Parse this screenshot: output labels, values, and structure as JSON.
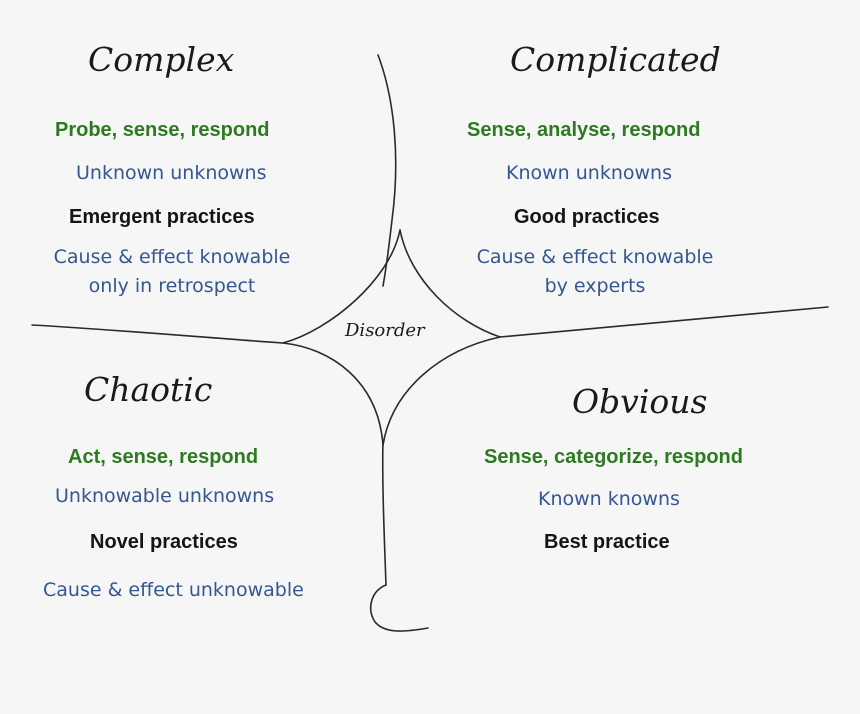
{
  "center": "Disorder",
  "complex": {
    "title": "Complex",
    "approach": "Probe, sense, respond",
    "knowledge": "Unknown unknowns",
    "practice": "Emergent practices",
    "causality_line1": "Cause & effect knowable",
    "causality_line2": "only in retrospect"
  },
  "complicated": {
    "title": "Complicated",
    "approach": "Sense, analyse, respond",
    "knowledge": "Known unknowns",
    "practice": "Good practices",
    "causality_line1": "Cause & effect knowable",
    "causality_line2": "by experts"
  },
  "chaotic": {
    "title": "Chaotic",
    "approach": "Act, sense, respond",
    "knowledge": "Unknowable unknowns",
    "practice": "Novel practices",
    "causality": "Cause & effect unknowable"
  },
  "obvious": {
    "title": "Obvious",
    "approach": "Sense, categorize, respond",
    "knowledge": "Known knowns",
    "practice": "Best practice"
  },
  "colors": {
    "approach": "#2d7a21",
    "knowledge": "#34578f",
    "practice": "#151515",
    "lines": "#2a2a2a"
  }
}
